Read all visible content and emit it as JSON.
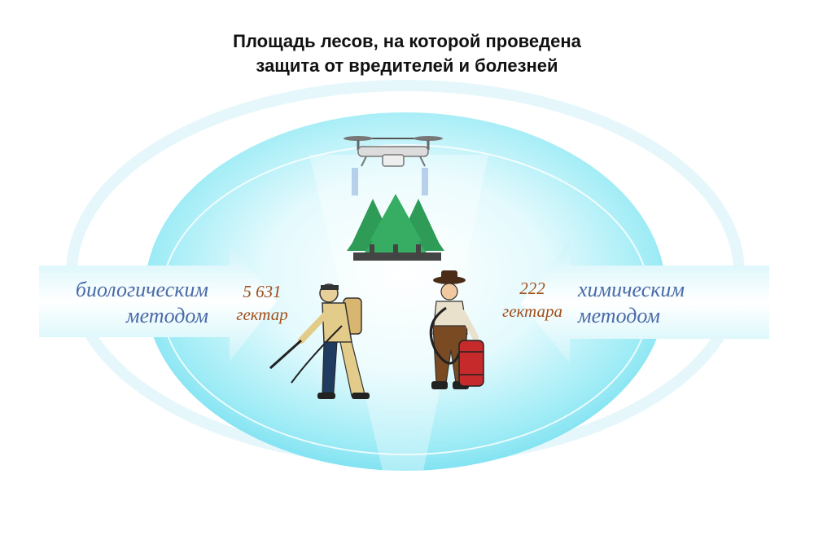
{
  "title": {
    "line1": "Площадь лесов, на которой проведена",
    "line2": "защита от вредителей и болезней"
  },
  "biological": {
    "method_line1": "биологическим",
    "method_line2": "методом",
    "value": "5 631",
    "unit": "гектар"
  },
  "chemical": {
    "method_line1": "химическим",
    "method_line2": "методом",
    "value": "222",
    "unit": "гектара"
  },
  "colors": {
    "ellipse": "#7fe3f2",
    "arrow": "#d8f7fb",
    "trees": "#2e9b56",
    "barrel": "#c62a2a",
    "method_text": "#4a6aa8",
    "value_text": "#a04e1a"
  },
  "icons": [
    "drone-icon",
    "forest-icon",
    "sprayer-worker-icon",
    "farmer-barrel-icon"
  ]
}
